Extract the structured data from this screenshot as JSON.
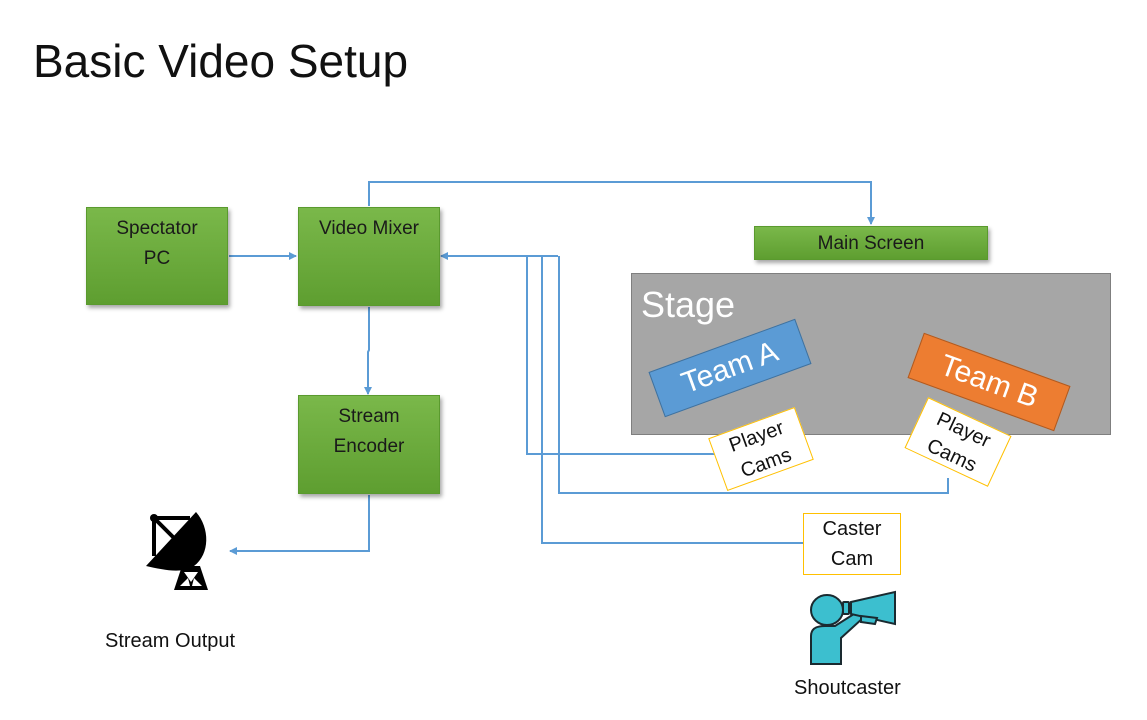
{
  "title": "Basic Video Setup",
  "nodes": {
    "spectator_pc": "Spectator PC",
    "spectator_pc_lines": [
      "Spectator",
      "PC"
    ],
    "video_mixer": "Video Mixer",
    "stream_encoder_lines": [
      "Stream",
      "Encoder"
    ],
    "main_screen": "Main Screen",
    "stage": "Stage",
    "team_a": "Team A",
    "team_b": "Team B",
    "player_cams_a_lines": [
      "Player",
      "Cams"
    ],
    "player_cams_b_lines": [
      "Player",
      "Cams"
    ],
    "caster_cam_lines": [
      "Caster",
      "Cam"
    ],
    "stream_output": "Stream Output",
    "shoutcaster": "Shoutcaster"
  },
  "icons": {
    "stream_output": "satellite-dish-icon",
    "shoutcaster": "person-megaphone-icon"
  },
  "colors": {
    "node_green": "#70ad47",
    "connector_blue": "#5b9bd5",
    "team_a_blue": "#5b9bd5",
    "team_b_orange": "#ed7d31",
    "camera_border": "#ffc000",
    "stage_gray": "#a6a6a6",
    "shoutcaster_teal": "#3cbfcf"
  },
  "connections": [
    {
      "from": "Spectator PC",
      "to": "Video Mixer"
    },
    {
      "from": "Video Mixer",
      "to": "Main Screen"
    },
    {
      "from": "Video Mixer",
      "to": "Stream Encoder"
    },
    {
      "from": "Stream Encoder",
      "to": "Stream Output"
    },
    {
      "from": "Player Cams (Team A)",
      "to": "Video Mixer"
    },
    {
      "from": "Player Cams (Team B)",
      "to": "Video Mixer"
    },
    {
      "from": "Caster Cam",
      "to": "Video Mixer"
    }
  ]
}
